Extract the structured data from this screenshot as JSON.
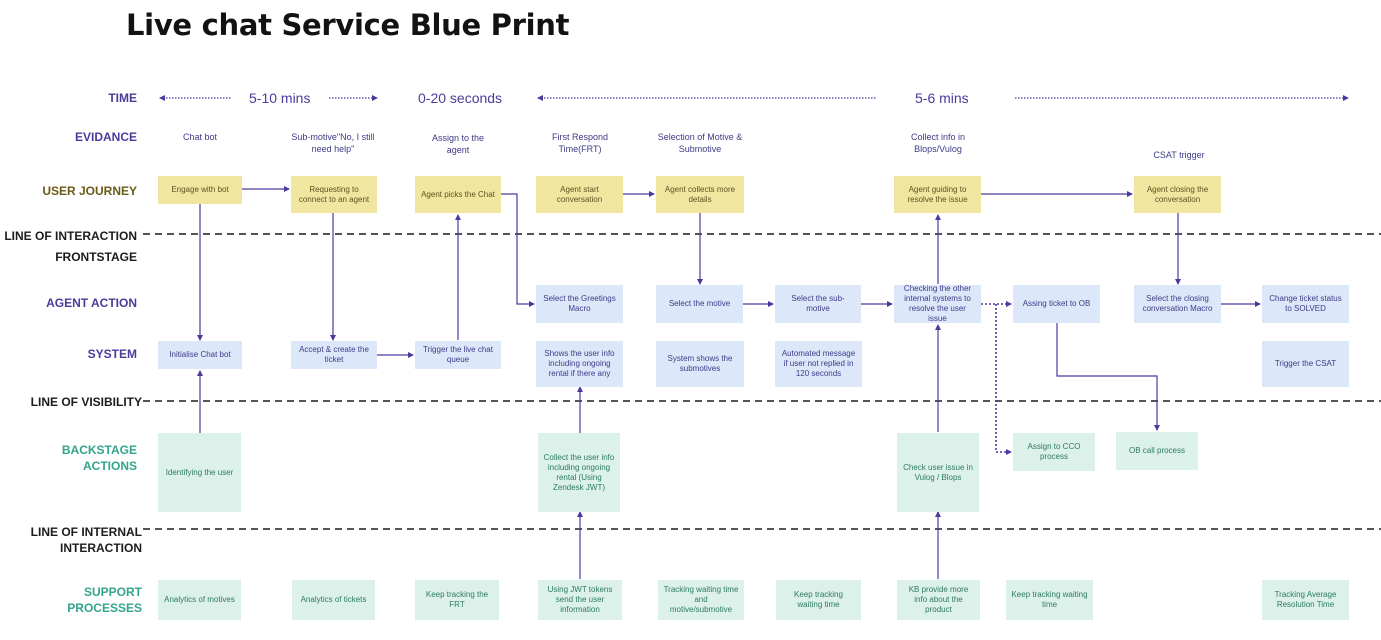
{
  "title": "Live chat Service Blue Print",
  "rows": {
    "time": "TIME",
    "evidance": "EVIDANCE",
    "user_journey": "USER JOURNEY",
    "line_of_interaction": "LINE OF INTERACTION",
    "frontstage": "FRONTSTAGE",
    "agent_action": "AGENT ACTION",
    "system": "SYSTEM",
    "line_of_visibility": "LINE OF VISIBILITY",
    "backstage_1": "BACKSTAGE",
    "backstage_2": "ACTIONS",
    "line_internal_1": "LINE OF INTERNAL",
    "line_internal_2": "INTERACTION",
    "support_1": "SUPPORT",
    "support_2": "PROCESSES"
  },
  "times": [
    "5-10 mins",
    "0-20 seconds",
    "5-6 mins"
  ],
  "evidence": [
    "Chat bot",
    "Sub-motive\"No, I still need help\"",
    "Assign to the agent",
    "First Respond Time(FRT)",
    "Selection of Motive & Submotive",
    "Collect info in Blops/Vulog",
    "CSAT trigger"
  ],
  "user_journey": [
    "Engage with bot",
    "Requesting  to connect to an agent",
    "Agent picks the Chat",
    "Agent start conversation",
    "Agent collects more details",
    "Agent guiding to resolve the issue",
    "Agent closing the conversation"
  ],
  "agent_action": [
    "Select the Greetings Macro",
    "Select the motive",
    "Select the sub-motive",
    "Checking the other internal systems to resolve the user issue",
    "Assing ticket to OB",
    "Select the closing conversation Macro",
    "Change ticket status to SOLVED"
  ],
  "system": [
    "Initialise Chat bot",
    "Accept & create the ticket",
    "Trigger the live chat queue",
    "Shows the user info including ongoing rental if there any",
    "System shows the submotives",
    "Automated message if user not replied in 120 seconds",
    "Trigger the CSAT"
  ],
  "backstage": [
    "Identifying the user",
    "Collect the user info including ongoing rental (Using Zendesk JWT)",
    "Check user issue in Vulog / Blops",
    "Assign to CCO process",
    "OB call process"
  ],
  "support": [
    "Analytics of motives",
    "Analytics of tickets",
    "Keep tracking the FRT",
    "Using JWT tokens send the user information",
    "Tracking waiting time and motive/submotive",
    "Keep tracking waiting time",
    "KB provide more info about the product",
    "Keep tracking waiting time",
    "Tracking Average Resolution Time"
  ],
  "colors": {
    "purple": "#4b3b9b",
    "arrow": "#4a3aa0",
    "yellow_box": "#f0e6a0",
    "blue_box": "#dce8fa",
    "green_box": "#dcf1ea",
    "green_label": "#33a58a"
  }
}
